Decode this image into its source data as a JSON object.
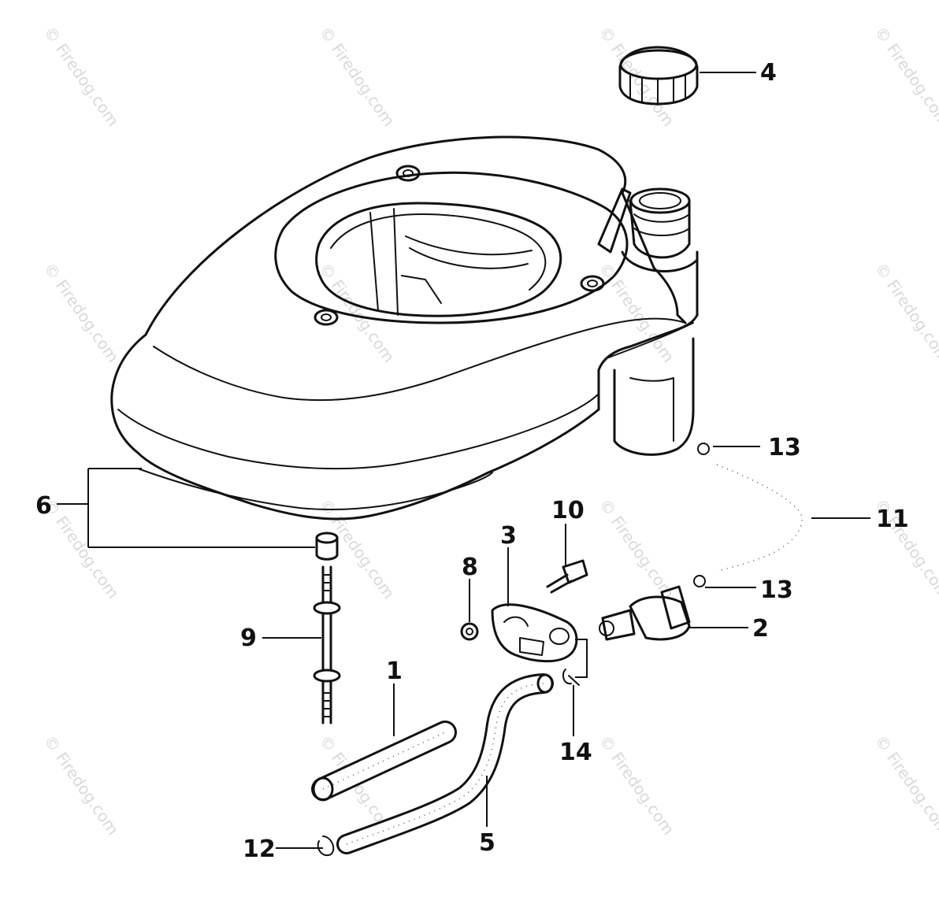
{
  "diagram": {
    "callouts": [
      {
        "id": "part-1",
        "label": "1"
      },
      {
        "id": "part-2",
        "label": "2"
      },
      {
        "id": "part-3",
        "label": "3"
      },
      {
        "id": "part-4",
        "label": "4"
      },
      {
        "id": "part-5",
        "label": "5"
      },
      {
        "id": "part-6",
        "label": "6"
      },
      {
        "id": "part-8",
        "label": "8"
      },
      {
        "id": "part-9",
        "label": "9"
      },
      {
        "id": "part-10",
        "label": "10"
      },
      {
        "id": "part-11",
        "label": "11"
      },
      {
        "id": "part-12",
        "label": "12"
      },
      {
        "id": "part-13a",
        "label": "13"
      },
      {
        "id": "part-13b",
        "label": "13"
      },
      {
        "id": "part-14",
        "label": "14"
      }
    ],
    "watermark": "© Firedog.com",
    "colors": {
      "ink": "#111111",
      "background": "#ffffff",
      "watermark": "#d9d9d9"
    }
  }
}
